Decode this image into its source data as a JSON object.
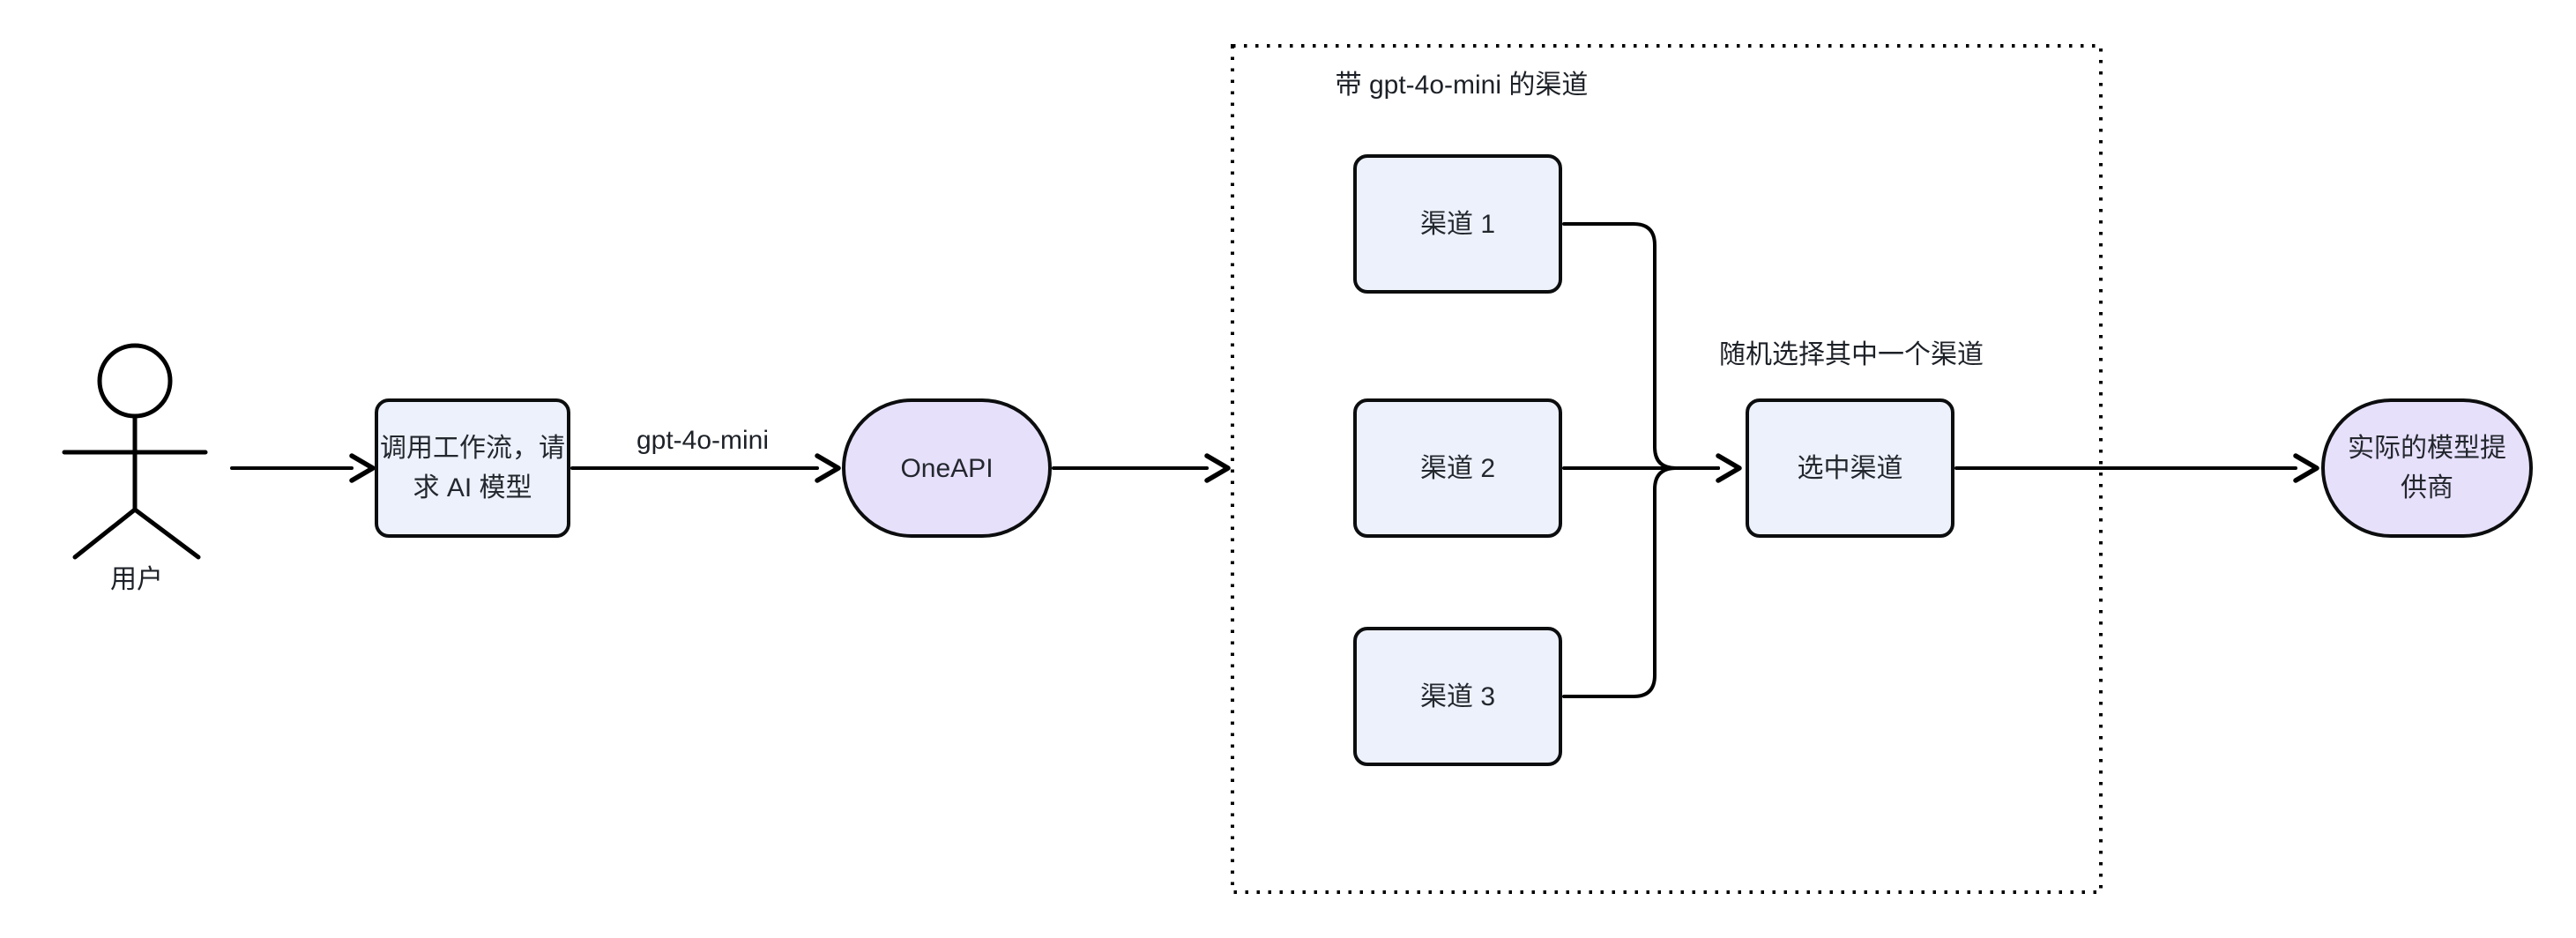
{
  "diagram": {
    "actor": {
      "label": "用户"
    },
    "nodes": {
      "workflow": {
        "line1": "调用工作流，请",
        "line2": "求 AI 模型"
      },
      "oneapi": {
        "label": "OneAPI"
      },
      "channel1": {
        "label": "渠道 1"
      },
      "channel2": {
        "label": "渠道 2"
      },
      "channel3": {
        "label": "渠道 3"
      },
      "selected": {
        "label": "选中渠道"
      },
      "provider": {
        "line1": "实际的模型提",
        "line2": "供商"
      }
    },
    "subgraph": {
      "title": "带 gpt-4o-mini 的渠道"
    },
    "edge_labels": {
      "model": "gpt-4o-mini",
      "random_pick": "随机选择其中一个渠道"
    },
    "colors": {
      "rect_fill": "#edf1fb",
      "stadium_fill": "#e7e0fb",
      "stroke": "#000000",
      "text": "#23272e"
    }
  }
}
